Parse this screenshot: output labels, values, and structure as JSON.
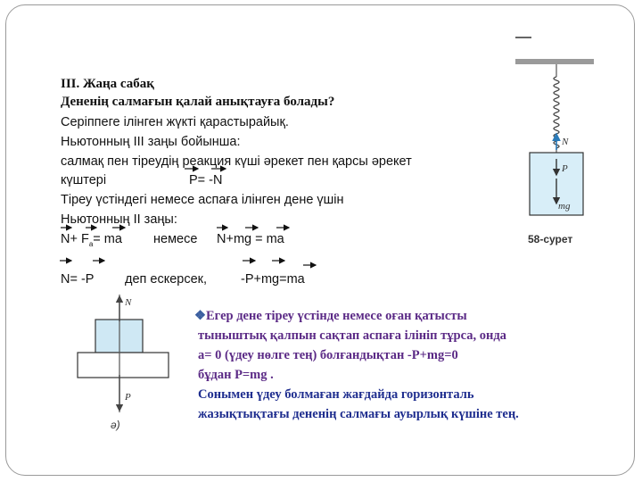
{
  "slide": {
    "heading": "III. Жаңа сабақ",
    "question": "Дененің салмағын қалай анықтауға болады?",
    "lines": [
      "Серіппеге ілінген жүкті қарастырайық.",
      "Ньютонның ІІІ заңы  бойынша:",
      "салмақ пен тіреудің реакция күші  әрекет пен қарсы әрекет",
      "күштері",
      "Тіреу үстіндегі  немесе аспаға  ілінген дене үшін",
      "Ньютонның ІІ заңы:"
    ],
    "eq_third_law": "P= -N",
    "eq_second_law": {
      "left": "N+ F",
      "sub": "а",
      "left_rest": "= ma",
      "or": "немесе",
      "right": "N+mg = ma"
    },
    "eq_condition": {
      "left": "N=  -P",
      "mid": "деп ескерсек,",
      "right": "-P+mg=ma"
    },
    "box_text": {
      "bullet": "❖",
      "lines": [
        "Егер дене  тіреу үстінде немесе оған қатысты",
        "тыныштық қалпын  сақтап    аспаға     ілініп тұрса, онда",
        "a= 0  (үдеу нөлге тең)   болғандықтан        -P+mg=0",
        "бұдан   P=mg  ."
      ],
      "conclusion": [
        "Сонымен үдеу болмаған жағдайда  горизонталь",
        "жазықтықтағы  дененің  салмағы ауырлық күшіне тең."
      ]
    },
    "figure_right": {
      "caption": "58-сурет",
      "label_N": "N",
      "label_P": "P",
      "label_mg": "mg"
    },
    "figure_left": {
      "caption": "ә)",
      "label_N": "N",
      "label_P": "P"
    }
  }
}
